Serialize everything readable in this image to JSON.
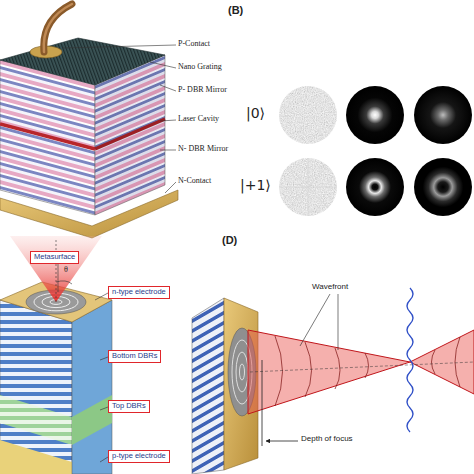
{
  "diagram": {
    "nodes": [
      {
        "text": [
          "Metasurface"
        ]
      },
      {
        "text": [
          "n-type electrode"
        ]
      },
      {
        "text": [
          "Bottom DBRs"
        ]
      },
      {
        "text": [
          "Top DBRs"
        ]
      },
      {
        "text": [
          "p-type electrode"
        ]
      }
    ],
    "labels": [
      "(B)",
      "P-Contact",
      "Nano Grating",
      "P- DBR Mirror",
      "Laser Cavity",
      "N- DBR Mirror",
      "N-Contact",
      "|0⟩",
      "|+1⟩",
      "θ",
      "(D)",
      "Wavefront",
      "Depth of focus"
    ]
  }
}
